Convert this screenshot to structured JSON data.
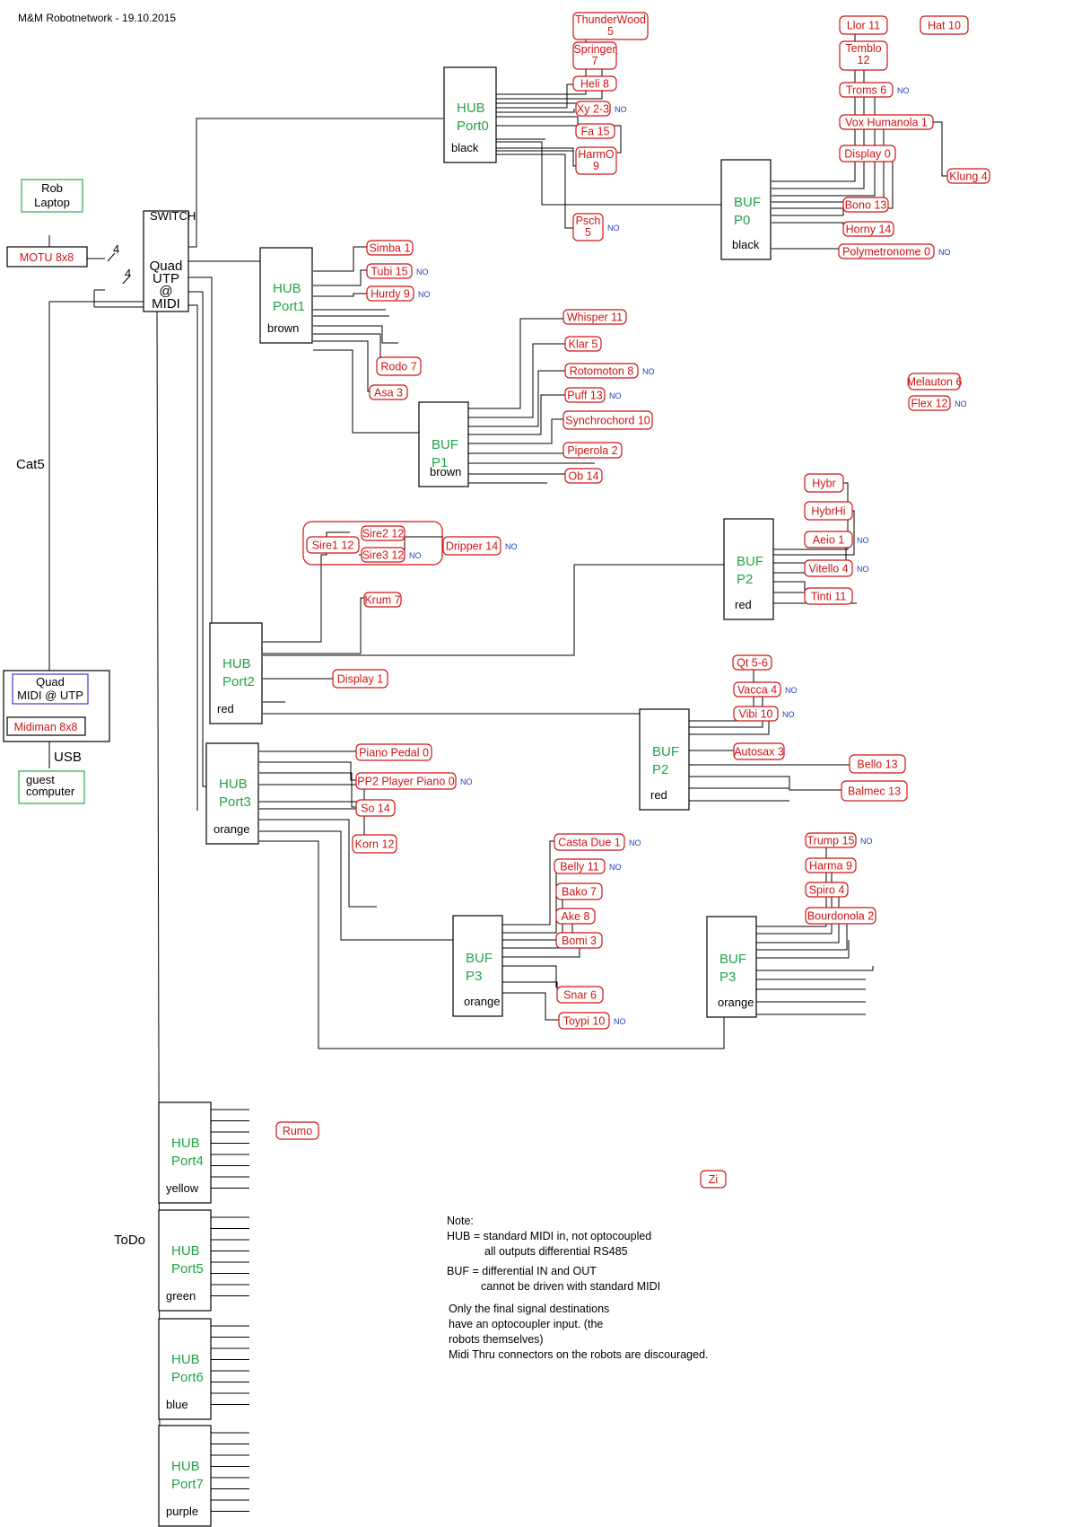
{
  "title": "M&M Robotnetwork -  19.10.2015",
  "devices": {
    "rob_laptop": [
      "Rob",
      "Laptop"
    ],
    "motu": "MOTU 8x8",
    "switch_title": "SWITCH",
    "switch_text": [
      "Quad",
      "UTP",
      "@",
      "MIDI"
    ],
    "quad_midi": [
      "Quad",
      "MIDI @ UTP"
    ],
    "midiman": "Midiman 8x8",
    "guest": [
      "guest",
      "computer"
    ],
    "cable_count": "4"
  },
  "labels": {
    "cat5": "Cat5",
    "usb": "USB",
    "todo": "ToDo",
    "no": "NO"
  },
  "hubs": [
    {
      "id": "hub-port0",
      "lines": [
        "HUB",
        "Port0"
      ],
      "color": "black"
    },
    {
      "id": "hub-port1",
      "lines": [
        "HUB",
        "Port1"
      ],
      "color": "brown"
    },
    {
      "id": "hub-port2",
      "lines": [
        "HUB",
        "Port2"
      ],
      "color": "red"
    },
    {
      "id": "hub-port3",
      "lines": [
        "HUB",
        "Port3"
      ],
      "color": "orange"
    },
    {
      "id": "hub-port4",
      "lines": [
        "HUB",
        "Port4"
      ],
      "color": "yellow"
    },
    {
      "id": "hub-port5",
      "lines": [
        "HUB",
        "Port5"
      ],
      "color": "green"
    },
    {
      "id": "hub-port6",
      "lines": [
        "HUB",
        "Port6"
      ],
      "color": "blue"
    },
    {
      "id": "hub-port7",
      "lines": [
        "HUB",
        "Port7"
      ],
      "color": "purple"
    }
  ],
  "buffers": [
    {
      "id": "buf-p0",
      "lines": [
        "BUF",
        "P0"
      ],
      "color": "black"
    },
    {
      "id": "buf-p1",
      "lines": [
        "BUF",
        "P1"
      ],
      "color": "brown"
    },
    {
      "id": "buf-p2-a",
      "lines": [
        "BUF",
        "P2"
      ],
      "color": "red"
    },
    {
      "id": "buf-p2-b",
      "lines": [
        "BUF",
        "P2"
      ],
      "color": "red"
    },
    {
      "id": "buf-p3-a",
      "lines": [
        "BUF",
        "P3"
      ],
      "color": "orange"
    },
    {
      "id": "buf-p3-b",
      "lines": [
        "BUF",
        "P3"
      ],
      "color": "orange"
    }
  ],
  "robots": [
    {
      "id": "thunderwood",
      "lines": [
        "ThunderWood",
        "5"
      ]
    },
    {
      "id": "springer",
      "lines": [
        "Springer",
        "7"
      ]
    },
    {
      "id": "heli",
      "lines": [
        "Heli 8"
      ]
    },
    {
      "id": "xy",
      "lines": [
        "Xy 2-3"
      ],
      "no": true
    },
    {
      "id": "fa",
      "lines": [
        "Fa 15"
      ]
    },
    {
      "id": "harmo",
      "lines": [
        "HarmO",
        "9"
      ]
    },
    {
      "id": "psch",
      "lines": [
        "Psch",
        "5"
      ],
      "no": true
    },
    {
      "id": "llor",
      "lines": [
        "Llor 11"
      ]
    },
    {
      "id": "hat",
      "lines": [
        "Hat 10"
      ]
    },
    {
      "id": "temblo",
      "lines": [
        "Temblo",
        "12"
      ]
    },
    {
      "id": "troms",
      "lines": [
        "Troms 6"
      ],
      "no": true
    },
    {
      "id": "vox",
      "lines": [
        "Vox Humanola 1"
      ]
    },
    {
      "id": "klung",
      "lines": [
        "Klung 4"
      ]
    },
    {
      "id": "display0",
      "lines": [
        "Display 0"
      ]
    },
    {
      "id": "bono",
      "lines": [
        "Bono 13"
      ]
    },
    {
      "id": "horny",
      "lines": [
        "Horny 14"
      ]
    },
    {
      "id": "polymetronome",
      "lines": [
        "Polymetronome  0"
      ],
      "no": true
    },
    {
      "id": "simba",
      "lines": [
        "Simba 1"
      ]
    },
    {
      "id": "tubi",
      "lines": [
        "Tubi 15"
      ],
      "no": true
    },
    {
      "id": "hurdy",
      "lines": [
        "Hurdy 9"
      ],
      "no": true
    },
    {
      "id": "rodo",
      "lines": [
        "Rodo 7"
      ]
    },
    {
      "id": "asa",
      "lines": [
        "Asa 3"
      ]
    },
    {
      "id": "whisper",
      "lines": [
        "Whisper 11"
      ]
    },
    {
      "id": "klar",
      "lines": [
        "Klar 5"
      ]
    },
    {
      "id": "rotomoton",
      "lines": [
        "Rotomoton 8"
      ],
      "no": true
    },
    {
      "id": "puff",
      "lines": [
        "Puff 13"
      ],
      "no": true
    },
    {
      "id": "synchrochord",
      "lines": [
        "Synchrochord 10"
      ]
    },
    {
      "id": "piperola",
      "lines": [
        "Piperola 2"
      ]
    },
    {
      "id": "ob",
      "lines": [
        "Ob 14"
      ]
    },
    {
      "id": "melauton",
      "lines": [
        "Melauton 6"
      ]
    },
    {
      "id": "flex",
      "lines": [
        "Flex 12"
      ],
      "no": true
    },
    {
      "id": "hybr",
      "lines": [
        "Hybr"
      ]
    },
    {
      "id": "hybrhi",
      "lines": [
        "HybrHi"
      ]
    },
    {
      "id": "aeio",
      "lines": [
        "Aeio 1"
      ],
      "no": true
    },
    {
      "id": "vitello",
      "lines": [
        "Vitello 4"
      ],
      "no": true
    },
    {
      "id": "tinti",
      "lines": [
        "Tinti 11"
      ]
    },
    {
      "id": "sire2",
      "lines": [
        "Sire2 12"
      ]
    },
    {
      "id": "sire1",
      "lines": [
        "Sire1 12"
      ]
    },
    {
      "id": "sire3",
      "lines": [
        "Sire3 12"
      ],
      "no": true
    },
    {
      "id": "dripper",
      "lines": [
        "Dripper 14"
      ],
      "no": true
    },
    {
      "id": "krum",
      "lines": [
        "Krum 7"
      ]
    },
    {
      "id": "display1",
      "lines": [
        "Display 1"
      ]
    },
    {
      "id": "qt",
      "lines": [
        "Qt 5-6"
      ]
    },
    {
      "id": "vacca",
      "lines": [
        "Vacca 4"
      ],
      "no": true
    },
    {
      "id": "vibi",
      "lines": [
        "Vibi 10"
      ],
      "no": true
    },
    {
      "id": "autosax",
      "lines": [
        "Autosax 3"
      ]
    },
    {
      "id": "bello",
      "lines": [
        "Bello 13"
      ]
    },
    {
      "id": "balmec",
      "lines": [
        "Balmec 13"
      ]
    },
    {
      "id": "pianopedal",
      "lines": [
        "Piano Pedal 0"
      ]
    },
    {
      "id": "pp2",
      "lines": [
        "PP2 Player Piano 0"
      ],
      "no": true
    },
    {
      "id": "so",
      "lines": [
        "So 14"
      ]
    },
    {
      "id": "korn",
      "lines": [
        "Korn 12"
      ]
    },
    {
      "id": "castadue",
      "lines": [
        "Casta Due 1"
      ],
      "no": true
    },
    {
      "id": "belly",
      "lines": [
        "Belly 11"
      ],
      "no": true
    },
    {
      "id": "bako",
      "lines": [
        "Bako 7"
      ]
    },
    {
      "id": "ake",
      "lines": [
        "Ake 8"
      ]
    },
    {
      "id": "bomi",
      "lines": [
        "Bomi 3"
      ]
    },
    {
      "id": "snar",
      "lines": [
        "Snar 6"
      ]
    },
    {
      "id": "toypi",
      "lines": [
        "Toypi 10"
      ],
      "no": true
    },
    {
      "id": "trump",
      "lines": [
        "Trump 15"
      ],
      "no": true
    },
    {
      "id": "harma",
      "lines": [
        "Harma 9"
      ]
    },
    {
      "id": "spiro",
      "lines": [
        "Spiro 4"
      ]
    },
    {
      "id": "bourdonola",
      "lines": [
        "Bourdonola 2"
      ]
    },
    {
      "id": "rumo",
      "lines": [
        "Rumo"
      ]
    },
    {
      "id": "zi",
      "lines": [
        "Zi"
      ]
    }
  ],
  "note": [
    "Note:",
    "HUB = standard MIDI in, not optocoupled",
    "all outputs differential RS485",
    "BUF = differential IN and OUT",
    "cannot be driven with standard MIDI",
    "Only the final signal destinations",
    "have an optocoupler input. (the",
    "robots themselves)",
    "Midi Thru connectors on the robots are discouraged."
  ]
}
